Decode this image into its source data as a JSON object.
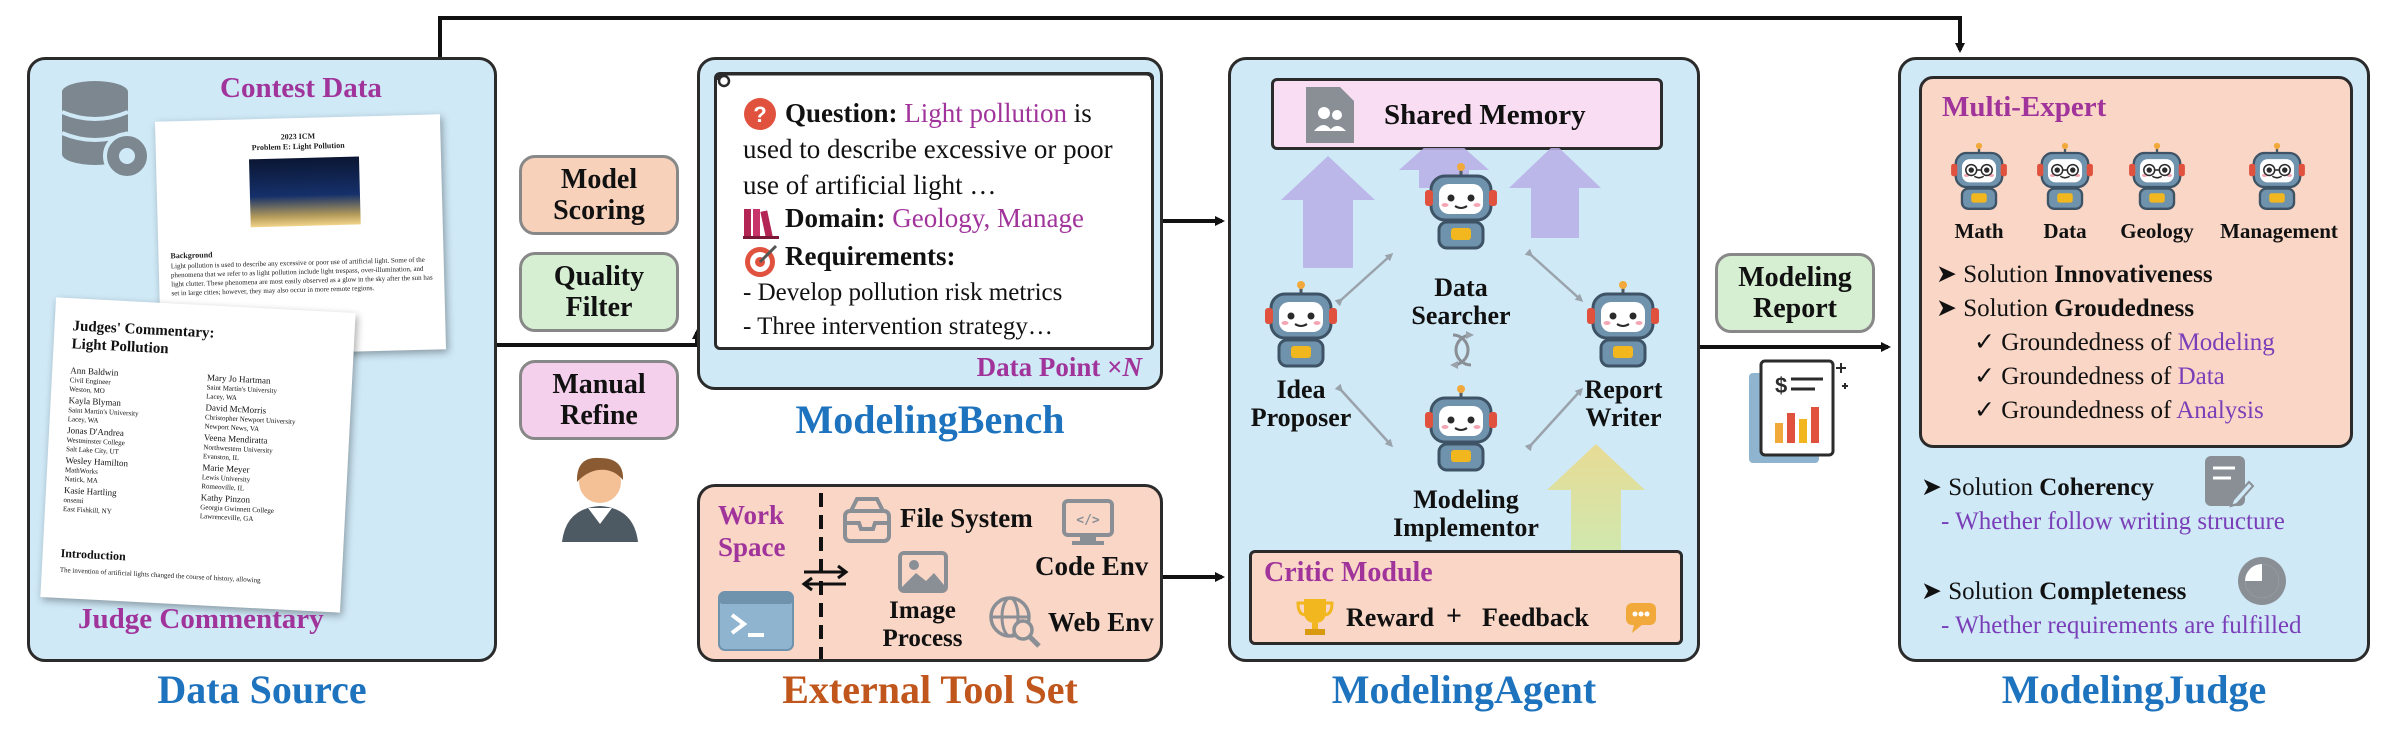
{
  "data_source": {
    "title": "Data Source",
    "contest_label": "Contest Data",
    "judge_label": "Judge Commentary",
    "problem_doc": {
      "heading": "2023 ICM",
      "subheading": "Problem E: Light Pollution",
      "section": "Background",
      "body": "Light pollution is used to describe any excessive or poor use of artificial light. Some of the phenomena that we refer to as light pollution include light trespass, over-illumination, and light clutter. These phenomena are most easily observed as a glow in the sky after the sun has set in large cities; however, they may also occur in more remote regions."
    },
    "commentary_doc": {
      "heading": "Judges' Commentary:",
      "subheading": "Light Pollution",
      "judges_left": [
        "Ann Baldwin",
        "Civil Engineer",
        "Weston, MO",
        "Kayla Blyman",
        "Saint Martin's University",
        "Lacey, WA",
        "Jonas D'Andrea",
        "Westminster College",
        "Salt Lake City, UT",
        "Wesley Hamilton",
        "MathWorks",
        "Natick, MA",
        "Kasie Hartling",
        "onsemi",
        "East Fishkill, NY"
      ],
      "judges_right": [
        "Mary Jo Hartman",
        "Saint Martin's University",
        "Lacey, WA",
        "David McMorris",
        "Christopher Newport University",
        "Newport News, VA",
        "Veena Mendiratta",
        "Northwestern University",
        "Evanston, IL",
        "Marie Meyer",
        "Lewis University",
        "Romeoville, IL",
        "Kathy Pinzon",
        "Georgia Gwinnett College",
        "Lawrenceville, GA"
      ],
      "intro": "Introduction",
      "intro_text": "The invention of artificial lights changed the course of history, allowing"
    }
  },
  "filters": {
    "model_scoring": "Model Scoring",
    "quality_filter": "Quality Filter",
    "manual_refine": "Manual Refine"
  },
  "benchmark": {
    "title": "ModelingBench",
    "question_label": "Question:",
    "question_highlight": "Light pollution",
    "question_rest": " is used to describe excessive or poor use of artificial light …",
    "domain_label": "Domain:",
    "domain_value": "Geology, Manage",
    "req_label": "Requirements:",
    "req_items": [
      "- Develop pollution risk metrics",
      "- Three intervention strategy…"
    ],
    "data_point_label": "Data Point ×",
    "data_point_n": "N"
  },
  "toolset": {
    "title": "External Tool Set",
    "workspace_label": "Work Space",
    "file_system": "File System",
    "code_env": "Code Env",
    "image_process": "Image Process",
    "web_env": "Web Env"
  },
  "agent": {
    "title": "ModelingAgent",
    "shared_memory": "Shared Memory",
    "idea_proposer": "Idea Proposer",
    "data_searcher": "Data Searcher",
    "modeling_implementor": "Modeling Implementor",
    "report_writer": "Report Writer",
    "critic_module": "Critic Module",
    "reward": "Reward",
    "plus": "+",
    "feedback": "Feedback"
  },
  "report": {
    "label": "Modeling Report"
  },
  "judge": {
    "title": "ModelingJudge",
    "multi_expert": "Multi-Expert",
    "experts": [
      "Math",
      "Data",
      "Geology",
      "Management"
    ],
    "innov_prefix": "Solution ",
    "innov_bold": "Innovativeness",
    "ground_prefix": "Solution ",
    "ground_bold": "Groudedness",
    "ground_items": [
      {
        "prefix": "Groundedness of ",
        "value": "Modeling"
      },
      {
        "prefix": "Groundedness of ",
        "value": "Data"
      },
      {
        "prefix": "Groundedness of ",
        "value": "Analysis"
      }
    ],
    "coherency_prefix": "Solution ",
    "coherency_bold": "Coherency",
    "coherency_desc": "- Whether follow writing structure",
    "completeness_prefix": "Solution ",
    "completeness_bold": "Completeness",
    "completeness_desc": "- Whether requirements are fulfilled"
  },
  "colors": {
    "panel_blue": "#cfe9f7",
    "panel_peach": "#f9d6c6",
    "title_blue": "#1e73be",
    "title_orange": "#c0561c",
    "highlight_purple": "#a0349b",
    "violet": "#7a3fb8"
  }
}
